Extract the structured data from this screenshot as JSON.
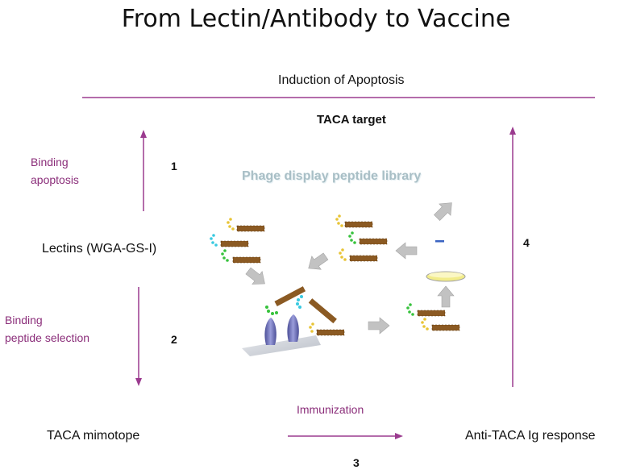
{
  "title": "From Lectin/Antibody to Vaccine",
  "top_label": "Induction of Apoptosis",
  "target_label": "TACA target",
  "left_label": "Lectins (WGA-GS-I)",
  "binding_apoptosis": [
    "Binding",
    "apoptosis"
  ],
  "binding_peptide": [
    "Binding",
    "peptide selection"
  ],
  "step_numbers": [
    "1",
    "2",
    "3",
    "4"
  ],
  "phage_label": "Phage display peptide library",
  "immunization_label": "Immunization",
  "mimotope_label": "TACA mimotope",
  "response_label": "Anti-TACA Ig response",
  "colors": {
    "accent": "#9b3b8f",
    "peptide": "#8b5a23",
    "arrow_gray": "#c2c2c2",
    "phage_text": "#a9bfc6",
    "receptor": "#6f72b8"
  }
}
